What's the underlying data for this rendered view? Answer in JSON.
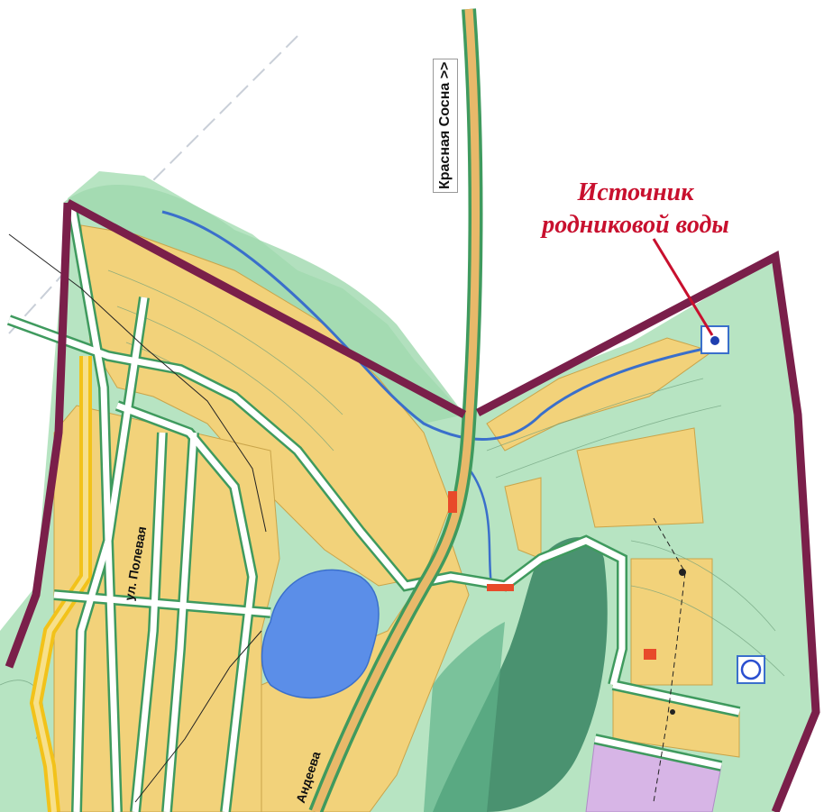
{
  "map": {
    "road_label": "Красная Сосна >>",
    "annotation_line1": "Источник",
    "annotation_line2": "родниковой воды",
    "street_poleval": "ул. Полевая",
    "street_andreeva": "Андеева",
    "colors": {
      "residential": "#f2d27a",
      "green_zone": "#b7e4c2",
      "forest": "#2e7d5b",
      "boundary": "#7a1f4a",
      "lake": "#5b8ee8",
      "highway": "#e8b96a",
      "annotation": "#c8102e",
      "special_zone": "#d7b5e6"
    },
    "icons": [
      "spring-marker-icon",
      "circle-symbol-icon"
    ]
  }
}
